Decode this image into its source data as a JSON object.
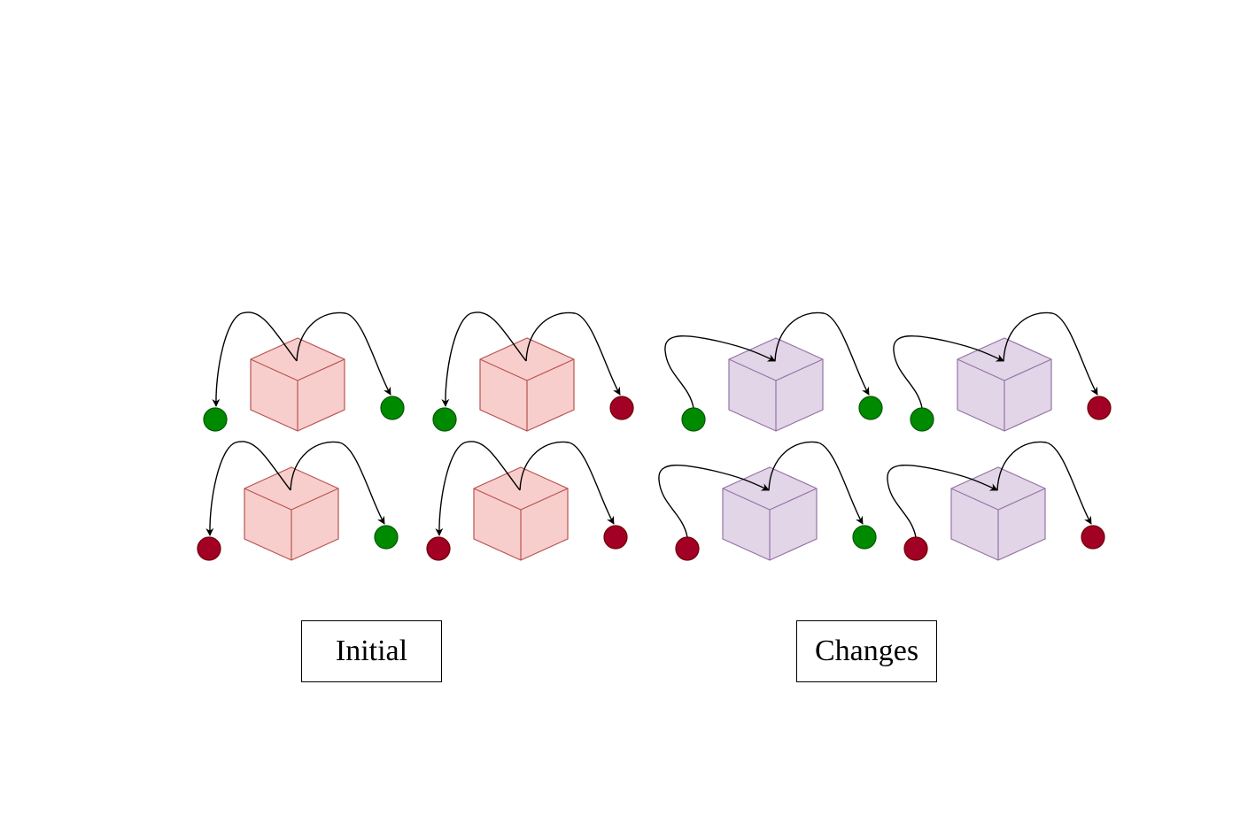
{
  "labels": {
    "initial": "Initial",
    "changes": "Changes"
  },
  "colors": {
    "initial_cube_fill": "#f8cecc",
    "initial_cube_stroke": "#b85450",
    "changes_cube_fill": "#e1d5e7",
    "changes_cube_stroke": "#9673a6",
    "green_node": "#008a00",
    "green_node_stroke": "#005700",
    "red_node": "#a20025",
    "red_node_stroke": "#6f0000",
    "arrow": "#000000"
  },
  "groups": {
    "initial": [
      {
        "left_node": "green",
        "right_node": "green"
      },
      {
        "left_node": "green",
        "right_node": "red"
      },
      {
        "left_node": "red",
        "right_node": "green"
      },
      {
        "left_node": "red",
        "right_node": "red"
      }
    ],
    "changes": [
      {
        "left_node": "green",
        "right_node": "green"
      },
      {
        "left_node": "green",
        "right_node": "red"
      },
      {
        "left_node": "red",
        "right_node": "green"
      },
      {
        "left_node": "red",
        "right_node": "red"
      }
    ]
  }
}
